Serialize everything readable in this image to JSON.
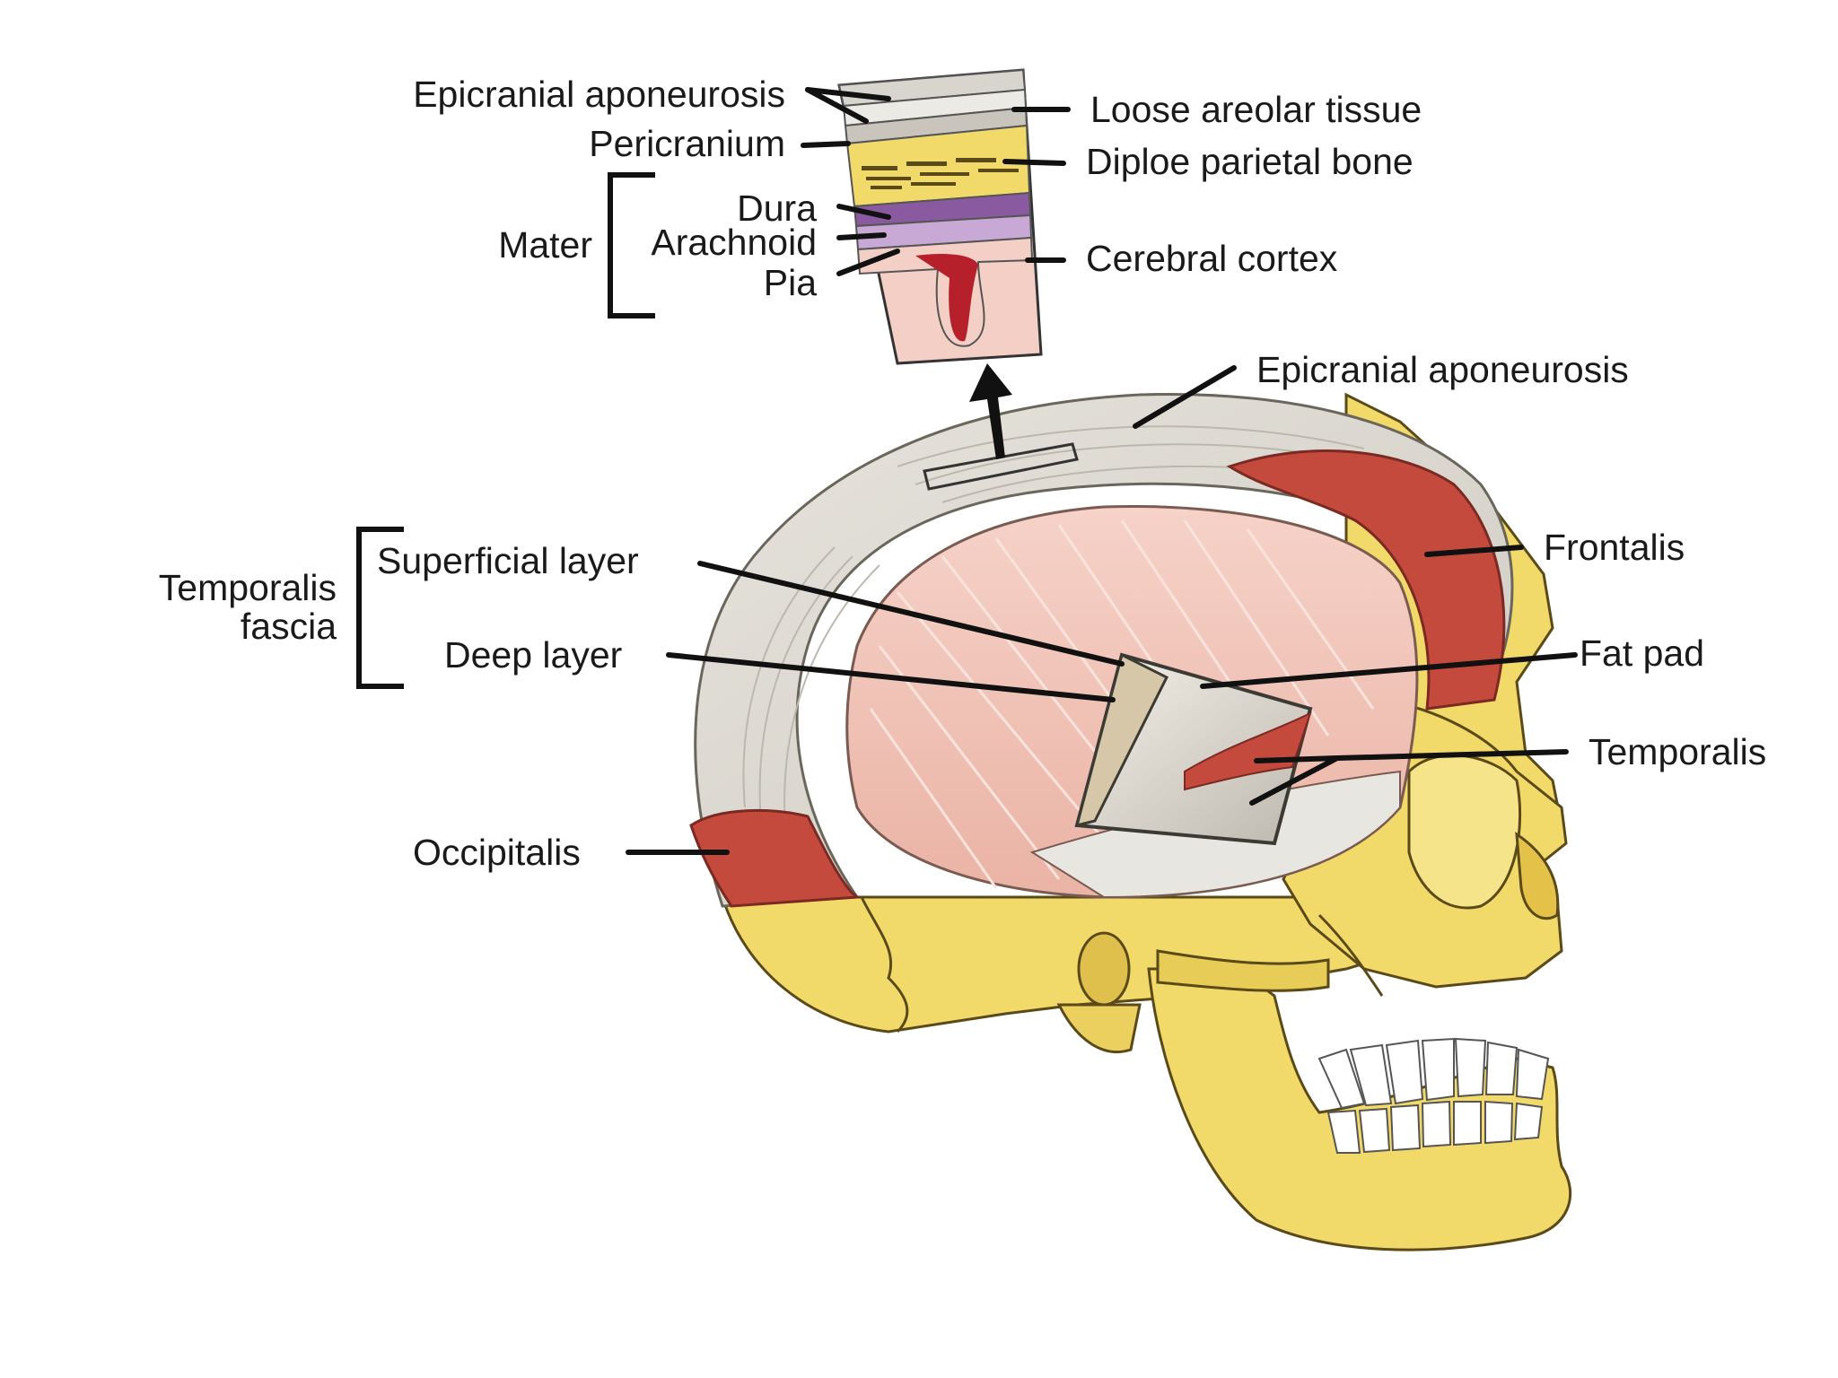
{
  "inset_labels": {
    "epicranial_aponeurosis": "Epicranial aponeurosis",
    "pericranium": "Pericranium",
    "mater": "Mater",
    "dura": "Dura",
    "arachnoid": "Arachnoid",
    "pia": "Pia",
    "loose_areolar_tissue": "Loose areolar tissue",
    "diploe_parietal_bone": "Diploe parietal bone",
    "cerebral_cortex": "Cerebral cortex"
  },
  "head_labels": {
    "epicranial_aponeurosis": "Epicranial aponeurosis",
    "temporalis_fascia": "Temporalis",
    "temporalis_fascia_line2": "fascia",
    "superficial_layer": "Superficial layer",
    "deep_layer": "Deep layer",
    "occipitalis": "Occipitalis",
    "frontalis": "Frontalis",
    "fat_pad": "Fat pad",
    "temporalis": "Temporalis"
  },
  "colors": {
    "bone": "#f2da6a",
    "aponeurosis": "#dcd9d2",
    "muscle_red": "#c44a3e",
    "temporalis_pink": "#f0c2b6",
    "dura_purple": "#8a5aa0",
    "cortex_pink": "#f3cfc6",
    "vessel_red": "#b5202a"
  }
}
